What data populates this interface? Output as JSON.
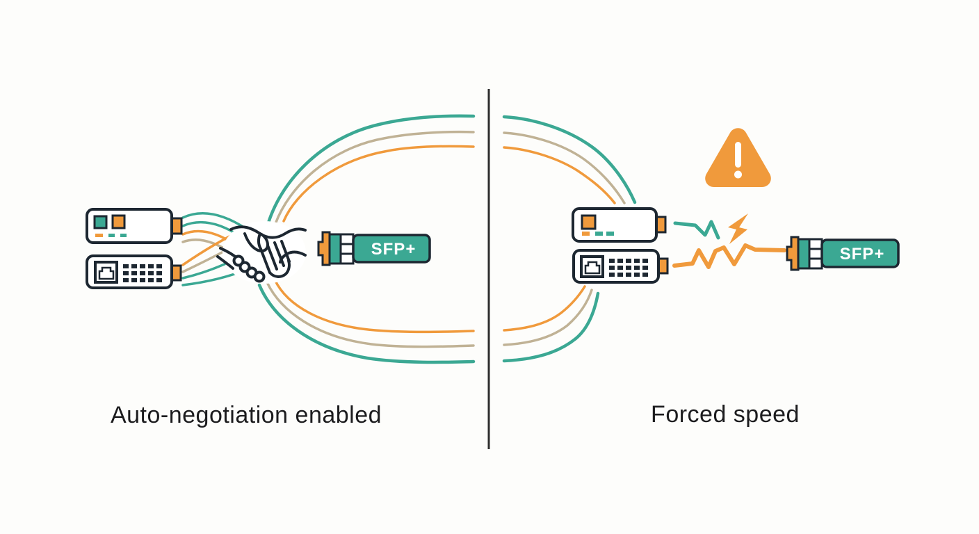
{
  "colors": {
    "teal": "#3BA893",
    "orange": "#F09A3C",
    "tan": "#C0B295",
    "outline": "#1D2731",
    "divider": "#2D2D2D",
    "text": "#1C1C1E",
    "background": "#FDFDFB"
  },
  "left_panel": {
    "caption": "Auto-negotiation enabled",
    "sfp_module": {
      "label": "SFP+"
    },
    "devices": [
      {
        "type": "status-led-device",
        "squares": [
          "teal",
          "orange"
        ],
        "dashes": [
          "orange",
          "teal",
          "teal"
        ]
      },
      {
        "type": "rj45-device",
        "grid": "5x3"
      }
    ],
    "icons": [
      "handshake-icon",
      "negotiation-arcs",
      "signal-curves",
      "sfp-module-icon"
    ]
  },
  "right_panel": {
    "caption": "Forced speed",
    "sfp_module": {
      "label": "SFP+"
    },
    "devices": [
      {
        "type": "status-led-device",
        "squares": [
          "orange"
        ],
        "dashes": [
          "orange",
          "teal",
          "teal"
        ]
      },
      {
        "type": "rj45-device",
        "grid": "5x3"
      }
    ],
    "icons": [
      "warning-triangle-icon",
      "broken-signal-teal-icon",
      "lightning-bolt-icon",
      "broken-signal-orange-icon",
      "sfp-module-icon"
    ]
  }
}
